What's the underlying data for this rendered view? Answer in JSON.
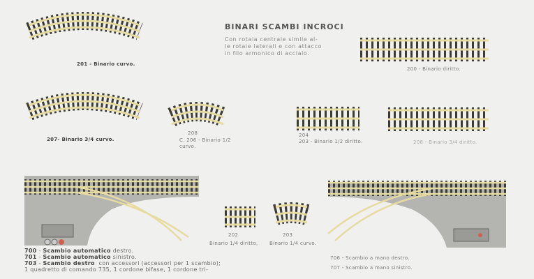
{
  "title": "BINARI SCAMBI INCROCI",
  "description": [
    "Con rotaia centrale simile al-",
    "le rotaie laterali e con attacco",
    "in filo armonico di acciaio."
  ],
  "items": {
    "t201": "201 - Binario curvo.",
    "t200": "200 - Binario diritto.",
    "t207": "207- Binario 3/4 curvo.",
    "t206_num": "208",
    "t206_a": "C. 206 - Binario 1/2",
    "t206_b": "curvo.",
    "t204_num": "204",
    "t204": "203 - Binario 1/2 diritto.",
    "t208": "208 - Binario 3/4 diritto.",
    "t202_num": "202",
    "t202": "Binario 1/4 diritto,",
    "t203_num": "203",
    "t203": "Binario 1/4 curvo."
  },
  "switches_left": [
    {
      "num": "700",
      "name": "Scambio automatico",
      "rest": "destro."
    },
    {
      "num": "701",
      "name": "Scambio automatico",
      "rest": "sinistro."
    },
    {
      "num": "703",
      "name": "Scambio destro",
      "rest": "con accessori (accessori per 1 scambio);"
    }
  ],
  "switches_left_extra": "1 quadretto di comando 735, 1 cordone bifase, 1 cordone tri-",
  "switches_right": [
    "706 - Scambio a mano destro.",
    "707 - Scambio a mano sinistro."
  ],
  "colors": {
    "rail": "#e6dba0",
    "tie": "#3b3a33",
    "box": "#b4b4b0"
  }
}
